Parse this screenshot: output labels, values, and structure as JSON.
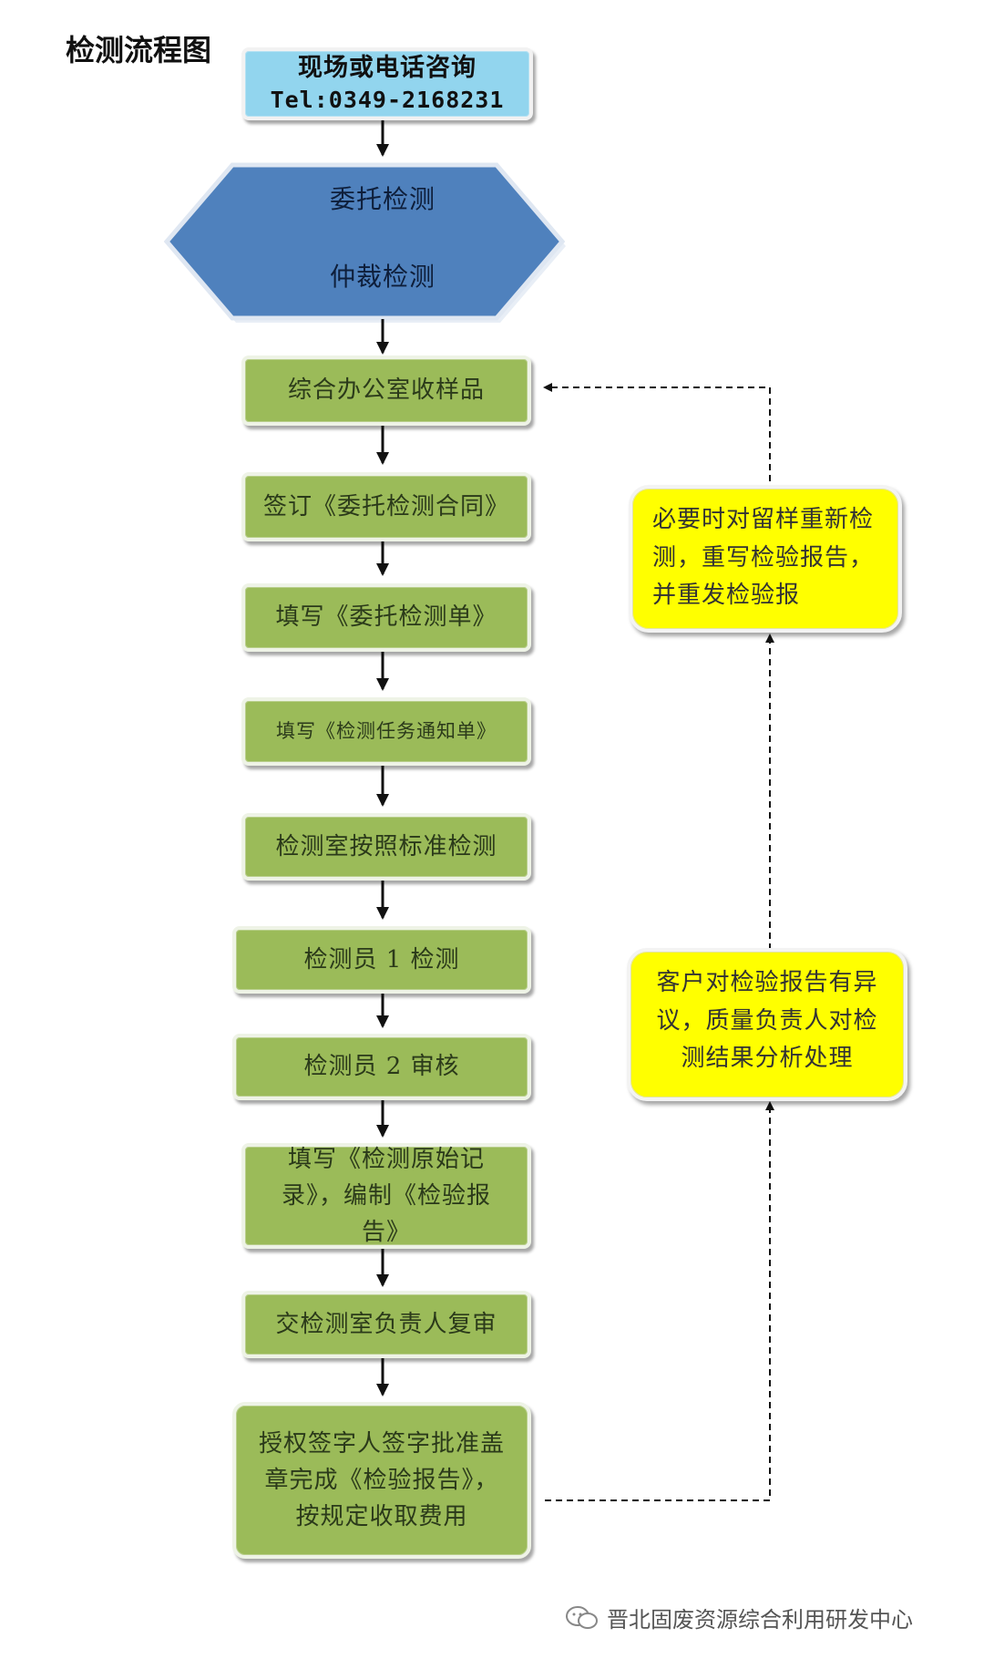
{
  "title": "检测流程图",
  "contact": {
    "line1": "现场或电话咨询",
    "line2": "Tel:0349-2168231"
  },
  "hexagon": {
    "line1": "委托检测",
    "line2": "仲裁检测"
  },
  "steps": [
    "综合办公室收样品",
    "签订《委托检测合同》",
    "填写《委托检测单》",
    "填写《检测任务通知单》",
    "检测室按照标准检测",
    "检测员 1 检测",
    "检测员 2 审核",
    "填写《检测原始记录》，编制《检验报告》",
    "交检测室负责人复审",
    "授权签字人签字批准盖章完成《检验报告》，按规定收取费用"
  ],
  "notes": {
    "retest": "必要时对留样重新检测，重写检验报告，并重发检验报",
    "dispute": "客户对检验报告有异议，质量负责人对检测结果分析处理"
  },
  "watermark": "晋北固废资源综合利用研发中心",
  "colors": {
    "contact_fill": "#92d5ee",
    "hexagon_fill": "#4f81bd",
    "step_fill": "#9bbb59",
    "note_fill": "#ffff00"
  }
}
